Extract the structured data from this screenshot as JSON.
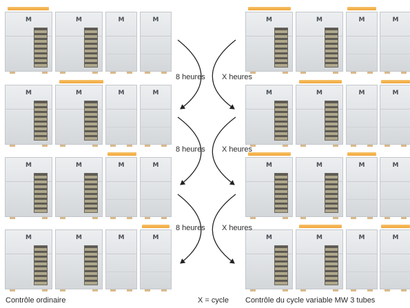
{
  "labels": {
    "left_step": "8 heures",
    "right_step": "X heures",
    "left_caption": "Contrôle ordinaire",
    "x_note": "X = cycle",
    "right_caption": "Contrôle du cycle variable MW 3 tubes"
  },
  "unit_logo": "M",
  "colors": {
    "glow": "#f2a63a",
    "arrow": "#222222"
  }
}
